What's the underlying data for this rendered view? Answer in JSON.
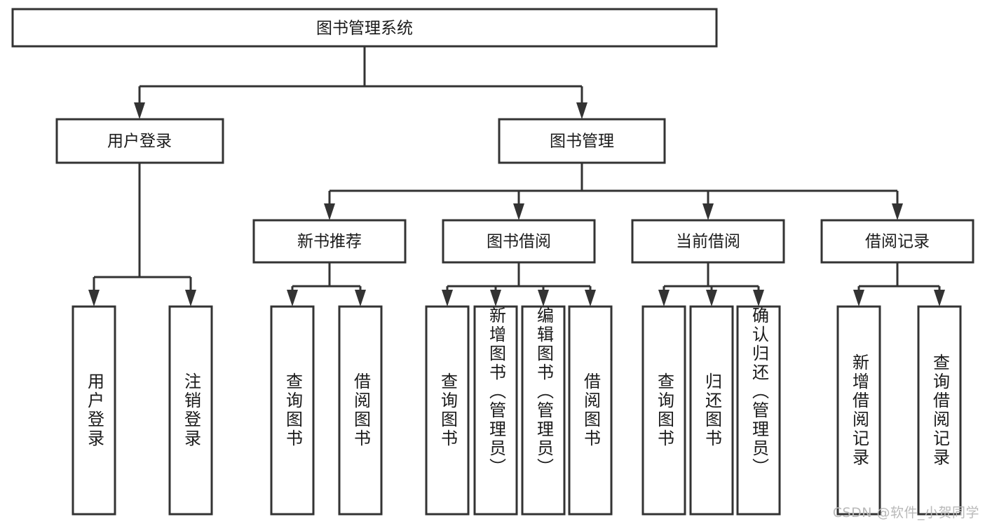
{
  "diagram": {
    "type": "tree",
    "title": "图书管理系统",
    "root": {
      "id": "root",
      "label": "图书管理系统"
    },
    "level2": [
      {
        "id": "user-login",
        "label": "用户登录"
      },
      {
        "id": "book-manage",
        "label": "图书管理"
      }
    ],
    "level3": [
      {
        "id": "new-book-recommend",
        "label": "新书推荐",
        "parent": "book-manage"
      },
      {
        "id": "book-borrow",
        "label": "图书借阅",
        "parent": "book-manage"
      },
      {
        "id": "current-borrow",
        "label": "当前借阅",
        "parent": "book-manage"
      },
      {
        "id": "borrow-record",
        "label": "借阅记录",
        "parent": "book-manage"
      }
    ],
    "leaves": [
      {
        "id": "leaf-user-login",
        "label": "用户登录",
        "parent": "user-login"
      },
      {
        "id": "leaf-user-logout",
        "label": "注销登录",
        "parent": "user-login"
      },
      {
        "id": "leaf-query-book-1",
        "label": "查询图书",
        "parent": "new-book-recommend"
      },
      {
        "id": "leaf-borrow-book-1",
        "label": "借阅图书",
        "parent": "new-book-recommend"
      },
      {
        "id": "leaf-query-book-2",
        "label": "查询图书",
        "parent": "book-borrow"
      },
      {
        "id": "leaf-add-book",
        "label": "新增图书（管理员）",
        "parent": "book-borrow"
      },
      {
        "id": "leaf-edit-book",
        "label": "编辑图书（管理员）",
        "parent": "book-borrow"
      },
      {
        "id": "leaf-borrow-book-2",
        "label": "借阅图书",
        "parent": "book-borrow"
      },
      {
        "id": "leaf-query-book-3",
        "label": "查询图书",
        "parent": "current-borrow"
      },
      {
        "id": "leaf-return-book",
        "label": "归还图书",
        "parent": "current-borrow"
      },
      {
        "id": "leaf-confirm-return",
        "label": "确认归还（管理员）",
        "parent": "current-borrow"
      },
      {
        "id": "leaf-add-record",
        "label": "新增借阅记录",
        "parent": "borrow-record"
      },
      {
        "id": "leaf-query-record",
        "label": "查询借阅记录",
        "parent": "borrow-record"
      }
    ]
  },
  "watermark": {
    "text": "CSDN @软件_小贺同学"
  },
  "colors": {
    "stroke": "#333333",
    "fill": "#ffffff",
    "text": "#1a1a1a",
    "watermark": "#b9b9b9"
  }
}
